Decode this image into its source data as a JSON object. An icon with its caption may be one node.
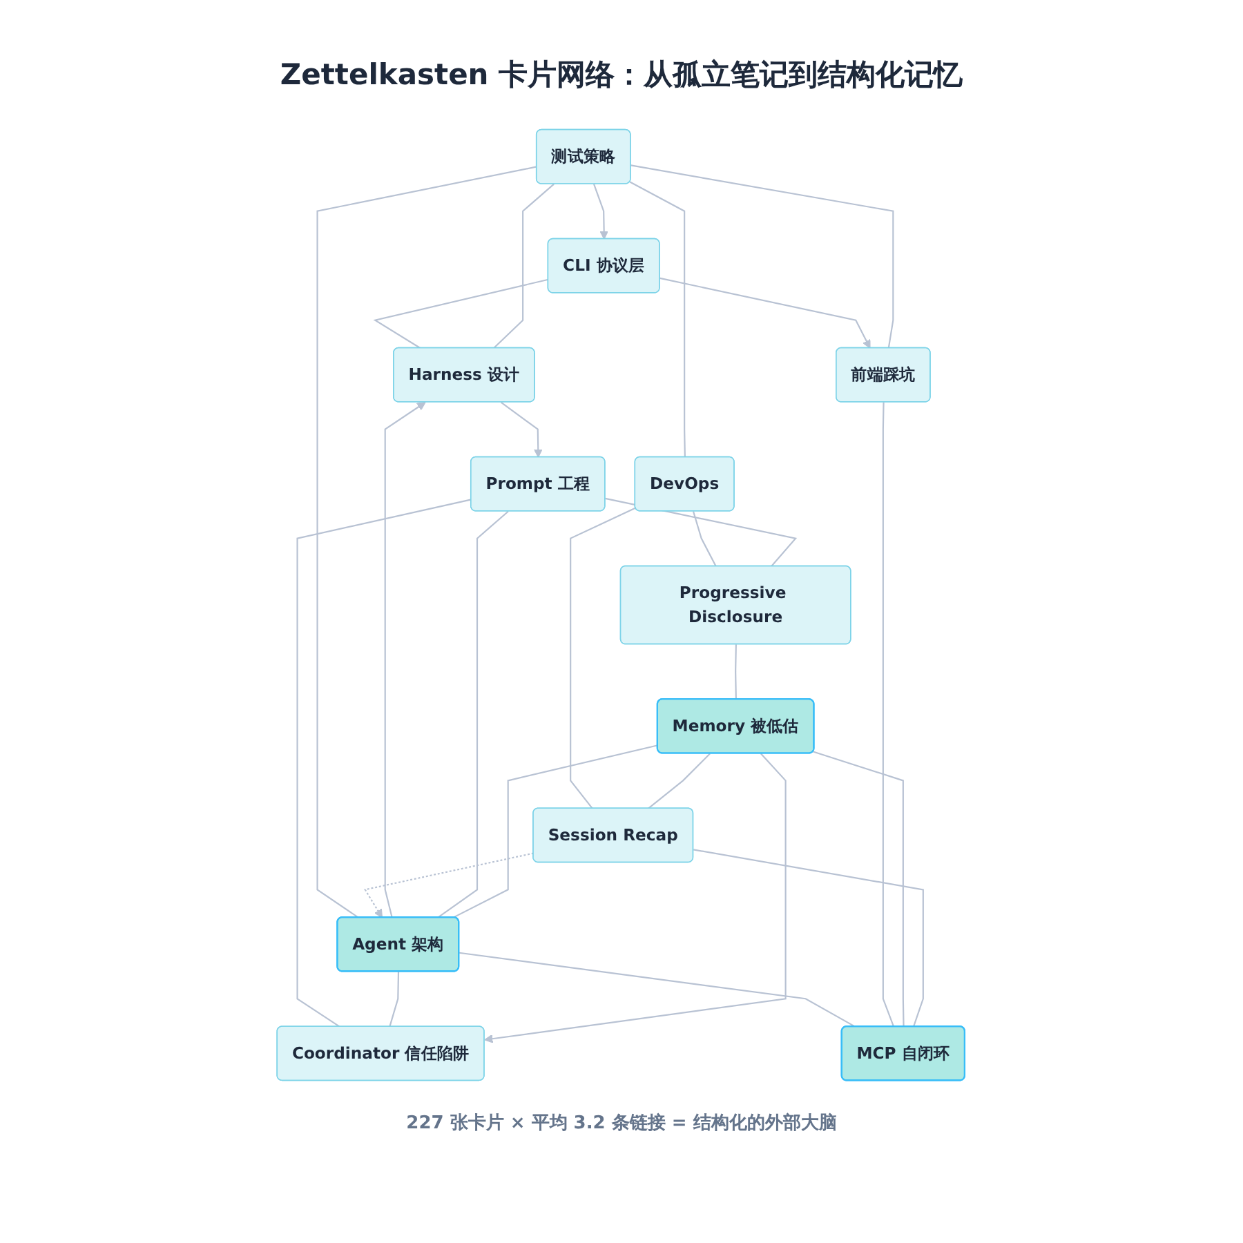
{
  "diagram": {
    "title": "Zettelkasten 卡片网络：从孤立笔记到结构化记忆",
    "caption": "227 张卡片 × 平均 3.2 条链接 = 结构化的外部大脑",
    "nodes": [
      {
        "text": [
          "CLI 协议层"
        ]
      },
      {
        "text": [
          "Harness 设计"
        ]
      },
      {
        "text": [
          "Prompt 工程"
        ]
      },
      {
        "text": [
          "测试策略"
        ]
      },
      {
        "text": [
          "DevOps"
        ]
      },
      {
        "text": [
          "Progressive Disclosure"
        ]
      },
      {
        "text": [
          "前端踩坑"
        ]
      },
      {
        "text": [
          "Agent 架构"
        ]
      },
      {
        "text": [
          "Coordinator 信任陷阱"
        ]
      },
      {
        "text": [
          "MCP 自闭环"
        ]
      },
      {
        "text": [
          "Memory 被低估"
        ]
      },
      {
        "text": [
          "Session Recap"
        ]
      }
    ],
    "edges": [
      {
        "from": 0,
        "to": 1,
        "arrow": "none"
      },
      {
        "from": 1,
        "to": 2,
        "arrow": "to"
      },
      {
        "from": 0,
        "to": 6,
        "arrow": "to"
      },
      {
        "from": 3,
        "to": 0,
        "arrow": "to"
      },
      {
        "from": 3,
        "to": 1,
        "arrow": "none"
      },
      {
        "from": 3,
        "to": 4,
        "arrow": "none"
      },
      {
        "from": 3,
        "to": 7,
        "arrow": "none"
      },
      {
        "from": 3,
        "to": 6,
        "arrow": "none"
      },
      {
        "from": 7,
        "to": 1,
        "arrow": "to"
      },
      {
        "from": 4,
        "to": 5,
        "arrow": "none"
      },
      {
        "from": 4,
        "to": 11,
        "arrow": "none"
      },
      {
        "from": 7,
        "to": 2,
        "arrow": "none"
      },
      {
        "from": 2,
        "to": 5,
        "arrow": "none"
      },
      {
        "from": 2,
        "to": 8,
        "arrow": "none"
      },
      {
        "from": 7,
        "to": 8,
        "arrow": "none"
      },
      {
        "from": 5,
        "to": 10,
        "arrow": "none"
      },
      {
        "from": 10,
        "to": 8,
        "arrow": "to"
      },
      {
        "from": 7,
        "to": 10,
        "arrow": "none"
      },
      {
        "from": 7,
        "to": 9,
        "arrow": "none"
      },
      {
        "from": 6,
        "to": 9,
        "arrow": "none"
      },
      {
        "from": 9,
        "to": 10,
        "arrow": "none"
      },
      {
        "from": 9,
        "to": 11,
        "arrow": "none"
      },
      {
        "from": 10,
        "to": 11,
        "arrow": "none"
      },
      {
        "from": 11,
        "to": 7,
        "arrow": "to",
        "style": "dashed"
      }
    ]
  }
}
